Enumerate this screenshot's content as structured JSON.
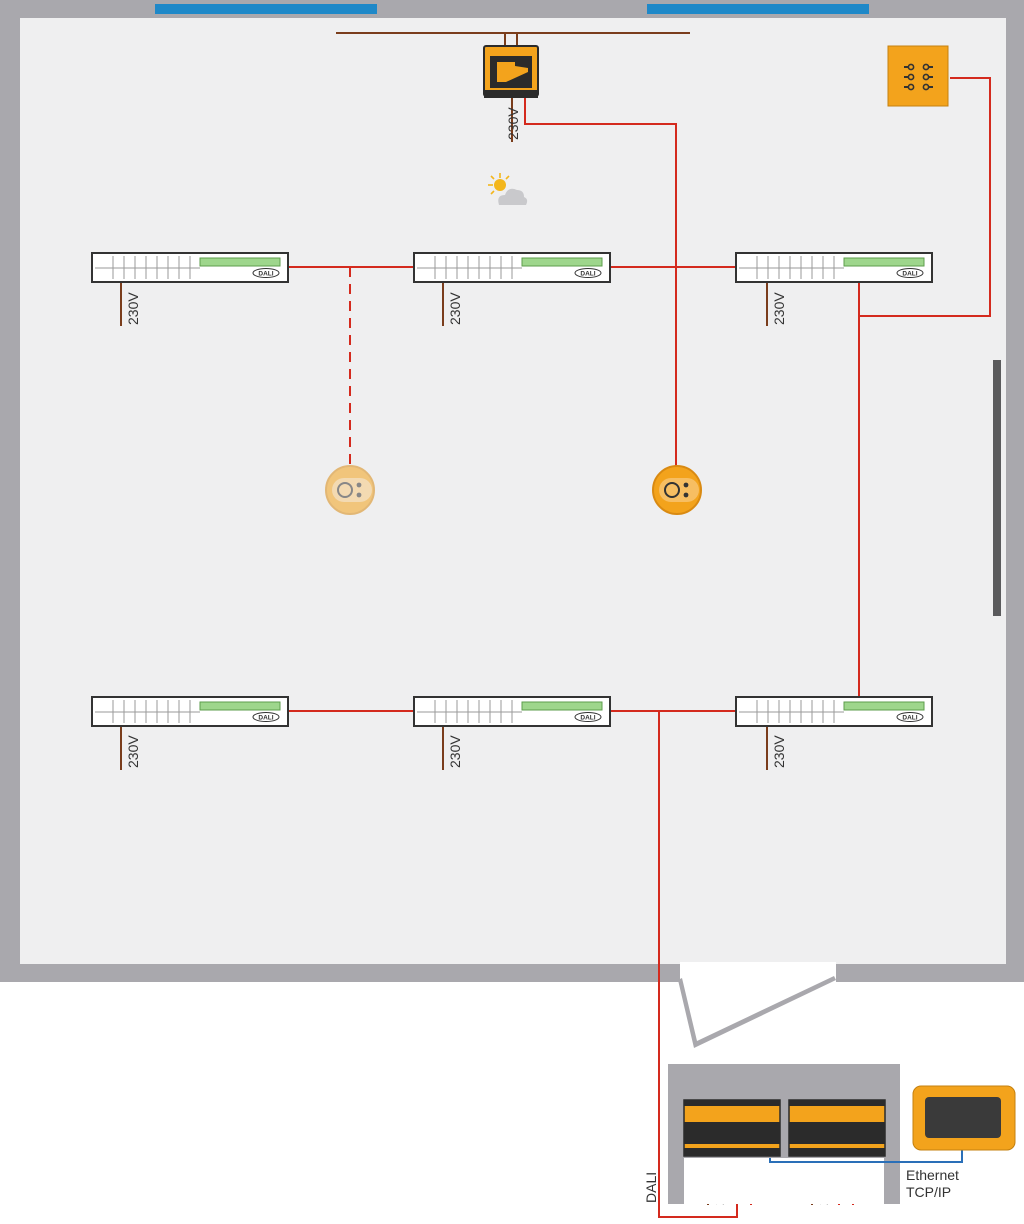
{
  "labels": {
    "voltage": "230V",
    "dali_tag": "DALI",
    "dali_bus": "DALI",
    "ethernet_line1": "Ethernet",
    "ethernet_line2": "TCP/IP"
  },
  "luminaires": [
    {
      "id": "lum-top-left"
    },
    {
      "id": "lum-top-center"
    },
    {
      "id": "lum-top-right"
    },
    {
      "id": "lum-bottom-left"
    },
    {
      "id": "lum-bottom-center"
    },
    {
      "id": "lum-bottom-right"
    }
  ],
  "icons": {
    "daylight_sensor": "sun-cloud-icon",
    "presence_sensor_inactive": "presence-sensor-icon",
    "presence_sensor_active": "presence-sensor-icon",
    "push_button_panel": "push-button-panel-icon",
    "router": "dali-router-icon",
    "control_unit": "dali-controller-icon",
    "touch_panel": "touch-panel-icon"
  },
  "colors": {
    "wall": "#a9a8ad",
    "floor": "#efeff0",
    "window": "#1e88c8",
    "dali_line": "#d42a1e",
    "power_line": "#7a3d1c",
    "ethernet_line": "#2a6fb8",
    "device_orange": "#f3a31c",
    "device_dark": "#3a3a3a"
  }
}
